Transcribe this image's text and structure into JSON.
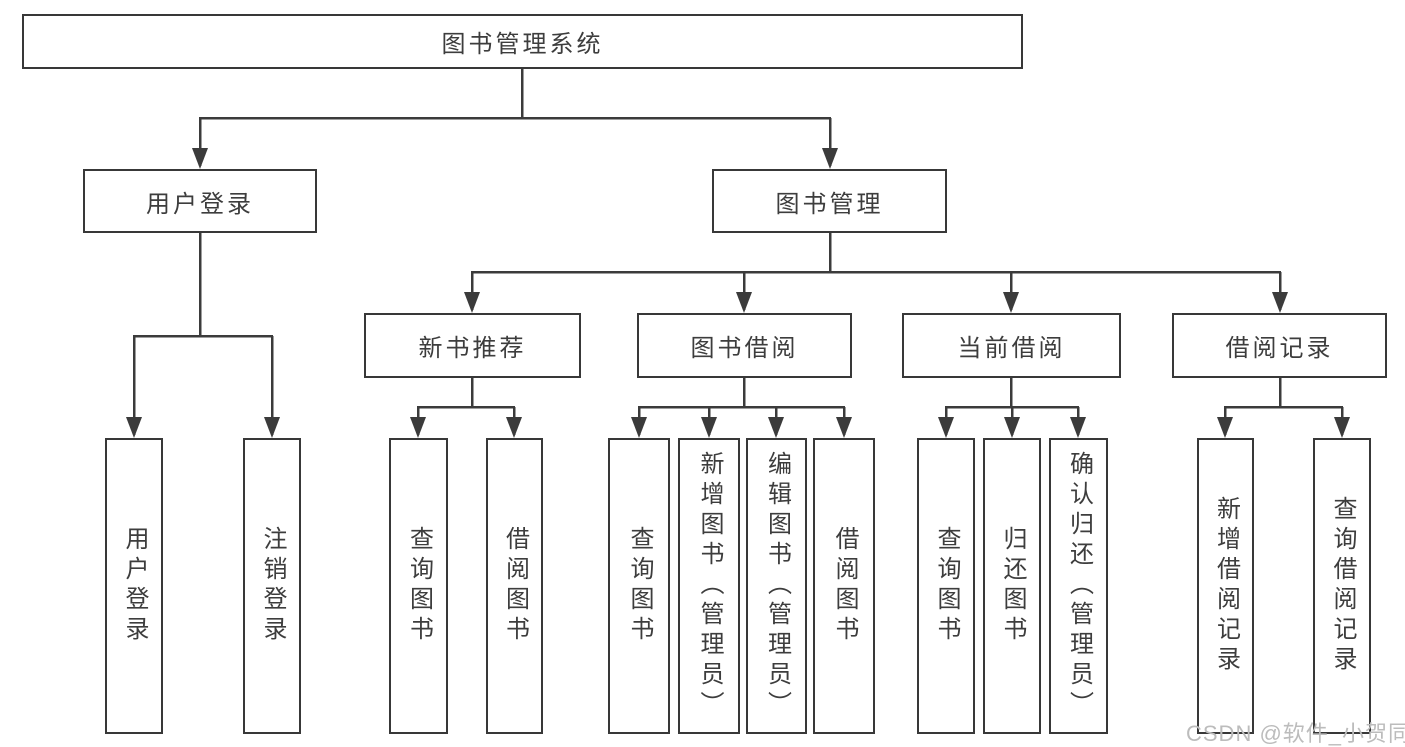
{
  "diagram": {
    "tree": {
      "root": "图书管理系统",
      "branches": [
        {
          "label": "用户登录",
          "children": [
            "用户登录",
            "注销登录"
          ]
        },
        {
          "label": "图书管理",
          "sections": [
            {
              "label": "新书推荐",
              "children": [
                "查询图书",
                "借阅图书"
              ]
            },
            {
              "label": "图书借阅",
              "children": [
                "查询图书",
                "新增图书（管理员）",
                "编辑图书（管理员）",
                "借阅图书"
              ]
            },
            {
              "label": "当前借阅",
              "children": [
                "查询图书",
                "归还图书",
                "确认归还（管理员）"
              ]
            },
            {
              "label": "借阅记录",
              "children": [
                "新增借阅记录",
                "查询借阅记录"
              ]
            }
          ]
        }
      ]
    },
    "colors": {
      "line": "#3b3b3b",
      "text": "#3d3d3d",
      "background": "#ffffff",
      "watermark": "#bcbcbc"
    }
  },
  "watermark": {
    "text": "CSDN @软件_小贺同学"
  }
}
